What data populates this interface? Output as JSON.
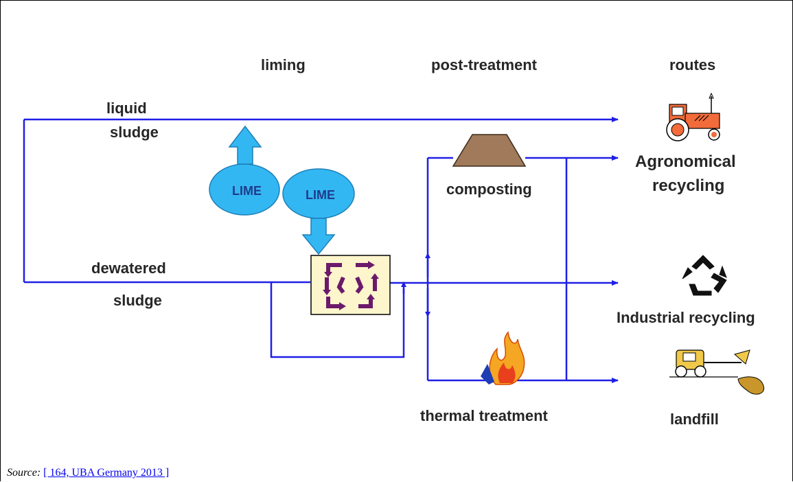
{
  "headers": {
    "liming": "liming",
    "post_treatment": "post-treatment",
    "routes": "routes"
  },
  "inputs": {
    "liquid_1": "liquid",
    "liquid_2": "sludge",
    "dewatered_1": "dewatered",
    "dewatered_2": "sludge"
  },
  "lime_left": "LIME",
  "lime_right": "LIME",
  "processes": {
    "composting": "composting",
    "thermal": "thermal treatment"
  },
  "routes": {
    "agro_1": "Agronomical",
    "agro_2": "recycling",
    "industrial": "Industrial recycling",
    "landfill": "landfill"
  },
  "source": {
    "label": "Source:",
    "link": "[ 164, UBA Germany 2013 ]"
  },
  "colors": {
    "flow": "#1f1fe6",
    "lime_fill": "#33b7f2",
    "mixer_arrows": "#6b1a6b",
    "compost": "#a07a5a"
  },
  "icons": [
    "tractor-icon",
    "recycle-icon",
    "bulldozer-icon",
    "flame-icon",
    "compost-heap-icon",
    "mixer-icon"
  ]
}
